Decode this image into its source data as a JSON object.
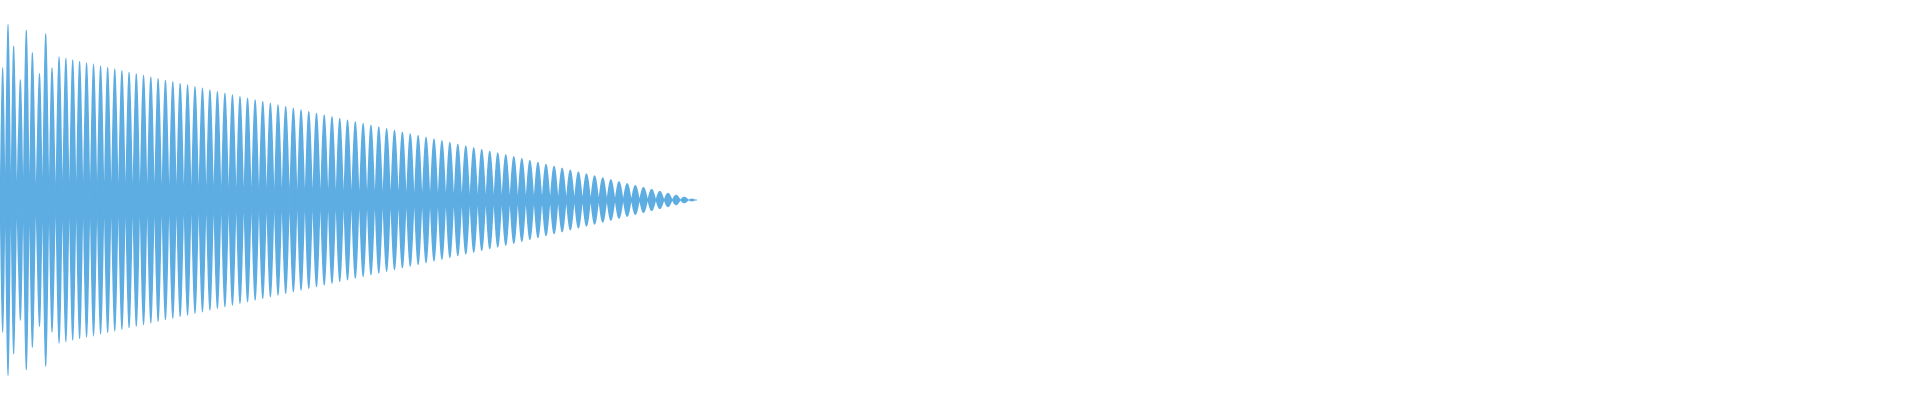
{
  "waveform": {
    "fill_color": "#5dade2",
    "background_color": "#ffffff",
    "duration_fraction": 0.363,
    "cycles": 46,
    "attack_fraction": 0.08,
    "decay_shape": "linear-fade",
    "peak_amplitude_fraction": 0.9
  }
}
